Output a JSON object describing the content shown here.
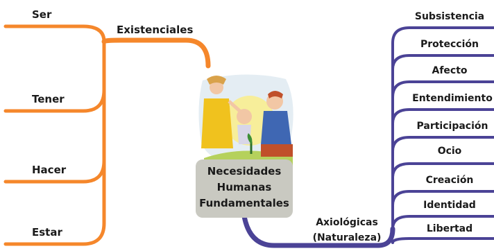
{
  "center": {
    "title": "Necesidades\nHumanas\nFundamentales"
  },
  "left_branch": {
    "label": "Existenciales",
    "color": "#f5872b",
    "items": [
      "Ser",
      "Tener",
      "Hacer",
      "Estar"
    ]
  },
  "right_branch": {
    "label": "Axiológicas\n(Naturaleza)",
    "color": "#4b4396",
    "items": [
      "Subsistencia",
      "Protección",
      "Afecto",
      "Entendimiento",
      "Participación",
      "Ocio",
      "Creación",
      "Identidad",
      "Libertad"
    ]
  },
  "illustration": {
    "icon": "people-planting-seedling-illustration"
  }
}
